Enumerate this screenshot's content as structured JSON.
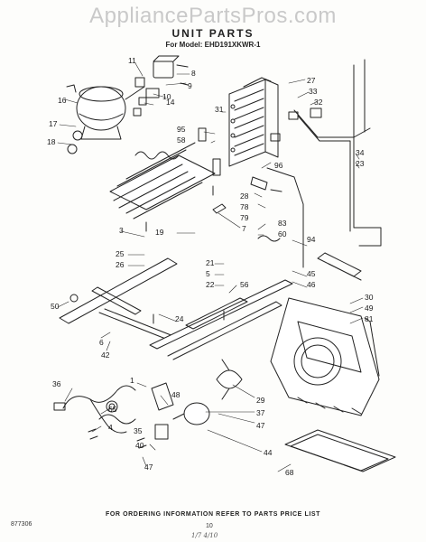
{
  "watermark": "AppliancePartsPros.com",
  "title": "UNIT PARTS",
  "model": "For Model: EHD191XKWR-1",
  "footer": "FOR ORDERING INFORMATION REFER TO PARTS PRICE LIST",
  "doc_number": "877306",
  "page_number": "10",
  "handwritten_note": "1/7 4/10",
  "callouts": [
    "11",
    "8",
    "9",
    "10",
    "14",
    "16",
    "17",
    "18",
    "27",
    "33",
    "32",
    "31",
    "95",
    "58",
    "96",
    "28",
    "78",
    "79",
    "83",
    "60",
    "7",
    "19",
    "3",
    "25",
    "26",
    "21",
    "5",
    "22",
    "56",
    "24",
    "6",
    "42",
    "50",
    "34",
    "23",
    "94",
    "45",
    "46",
    "30",
    "49",
    "81",
    "29",
    "37",
    "47",
    "44",
    "68",
    "1",
    "36",
    "65",
    "4",
    "35",
    "48",
    "40",
    "47"
  ]
}
